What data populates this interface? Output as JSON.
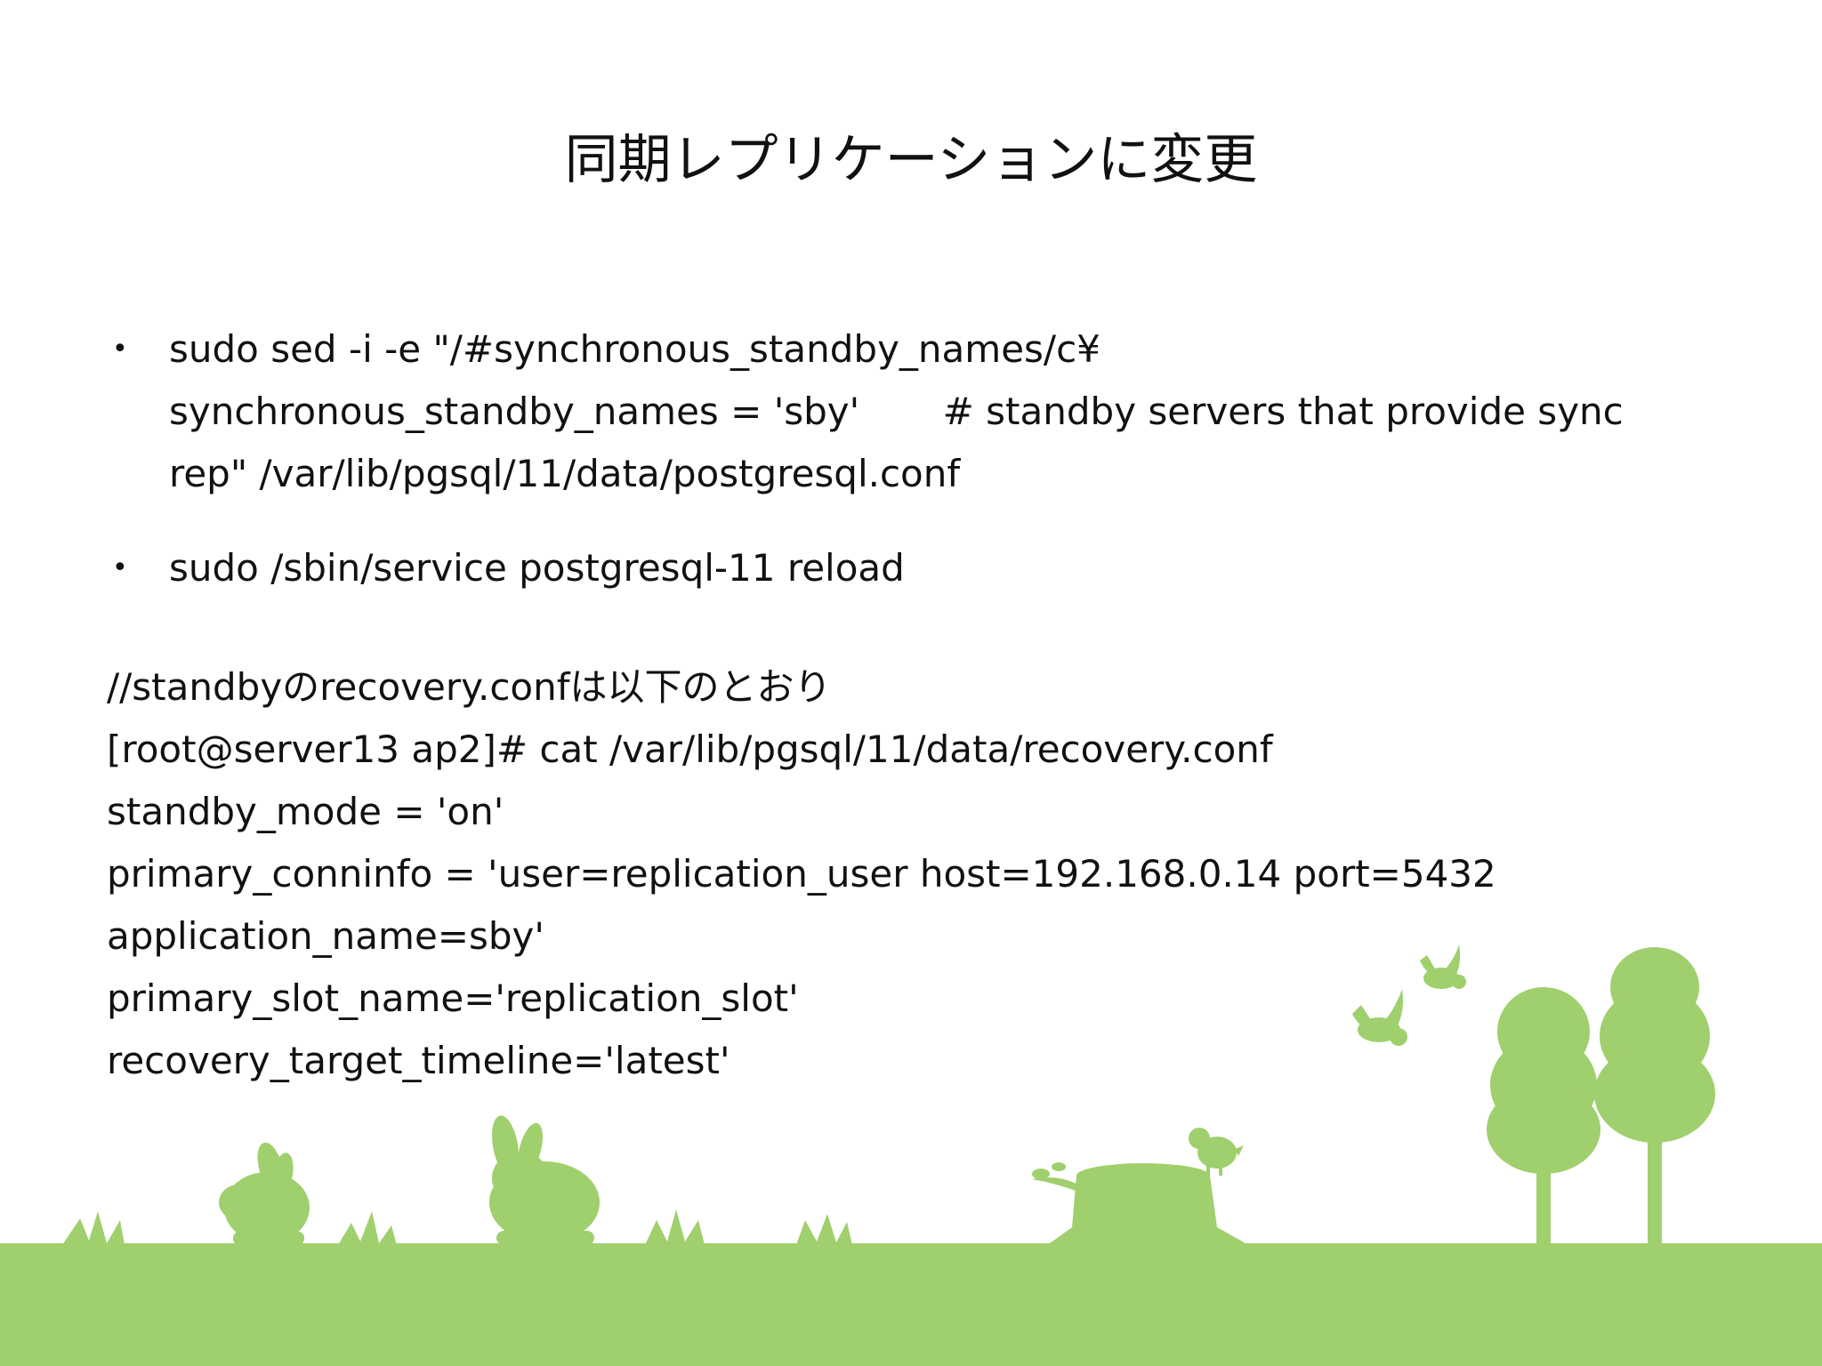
{
  "slide": {
    "title": "同期レプリケーションに変更",
    "bullets": [
      {
        "lines": [
          "sudo sed -i -e \"/#synchronous_standby_names/c¥",
          "synchronous_standby_names = 'sby'       # standby servers that provide sync",
          "rep\" /var/lib/pgsql/11/data/postgresql.conf"
        ]
      },
      {
        "lines": [
          "sudo /sbin/service postgresql-11 reload"
        ]
      }
    ],
    "config_lines": [
      "//standbyのrecovery.confは以下のとおり",
      "[root@server13 ap2]# cat /var/lib/pgsql/11/data/recovery.conf",
      "standby_mode = 'on'",
      "primary_conninfo = 'user=replication_user host=192.168.0.14 port=5432",
      "application_name=sby'",
      "primary_slot_name='replication_slot'",
      "recovery_target_timeline='latest'"
    ]
  },
  "theme": {
    "grass_color": "#a0cf6d",
    "text_color": "#111111"
  }
}
